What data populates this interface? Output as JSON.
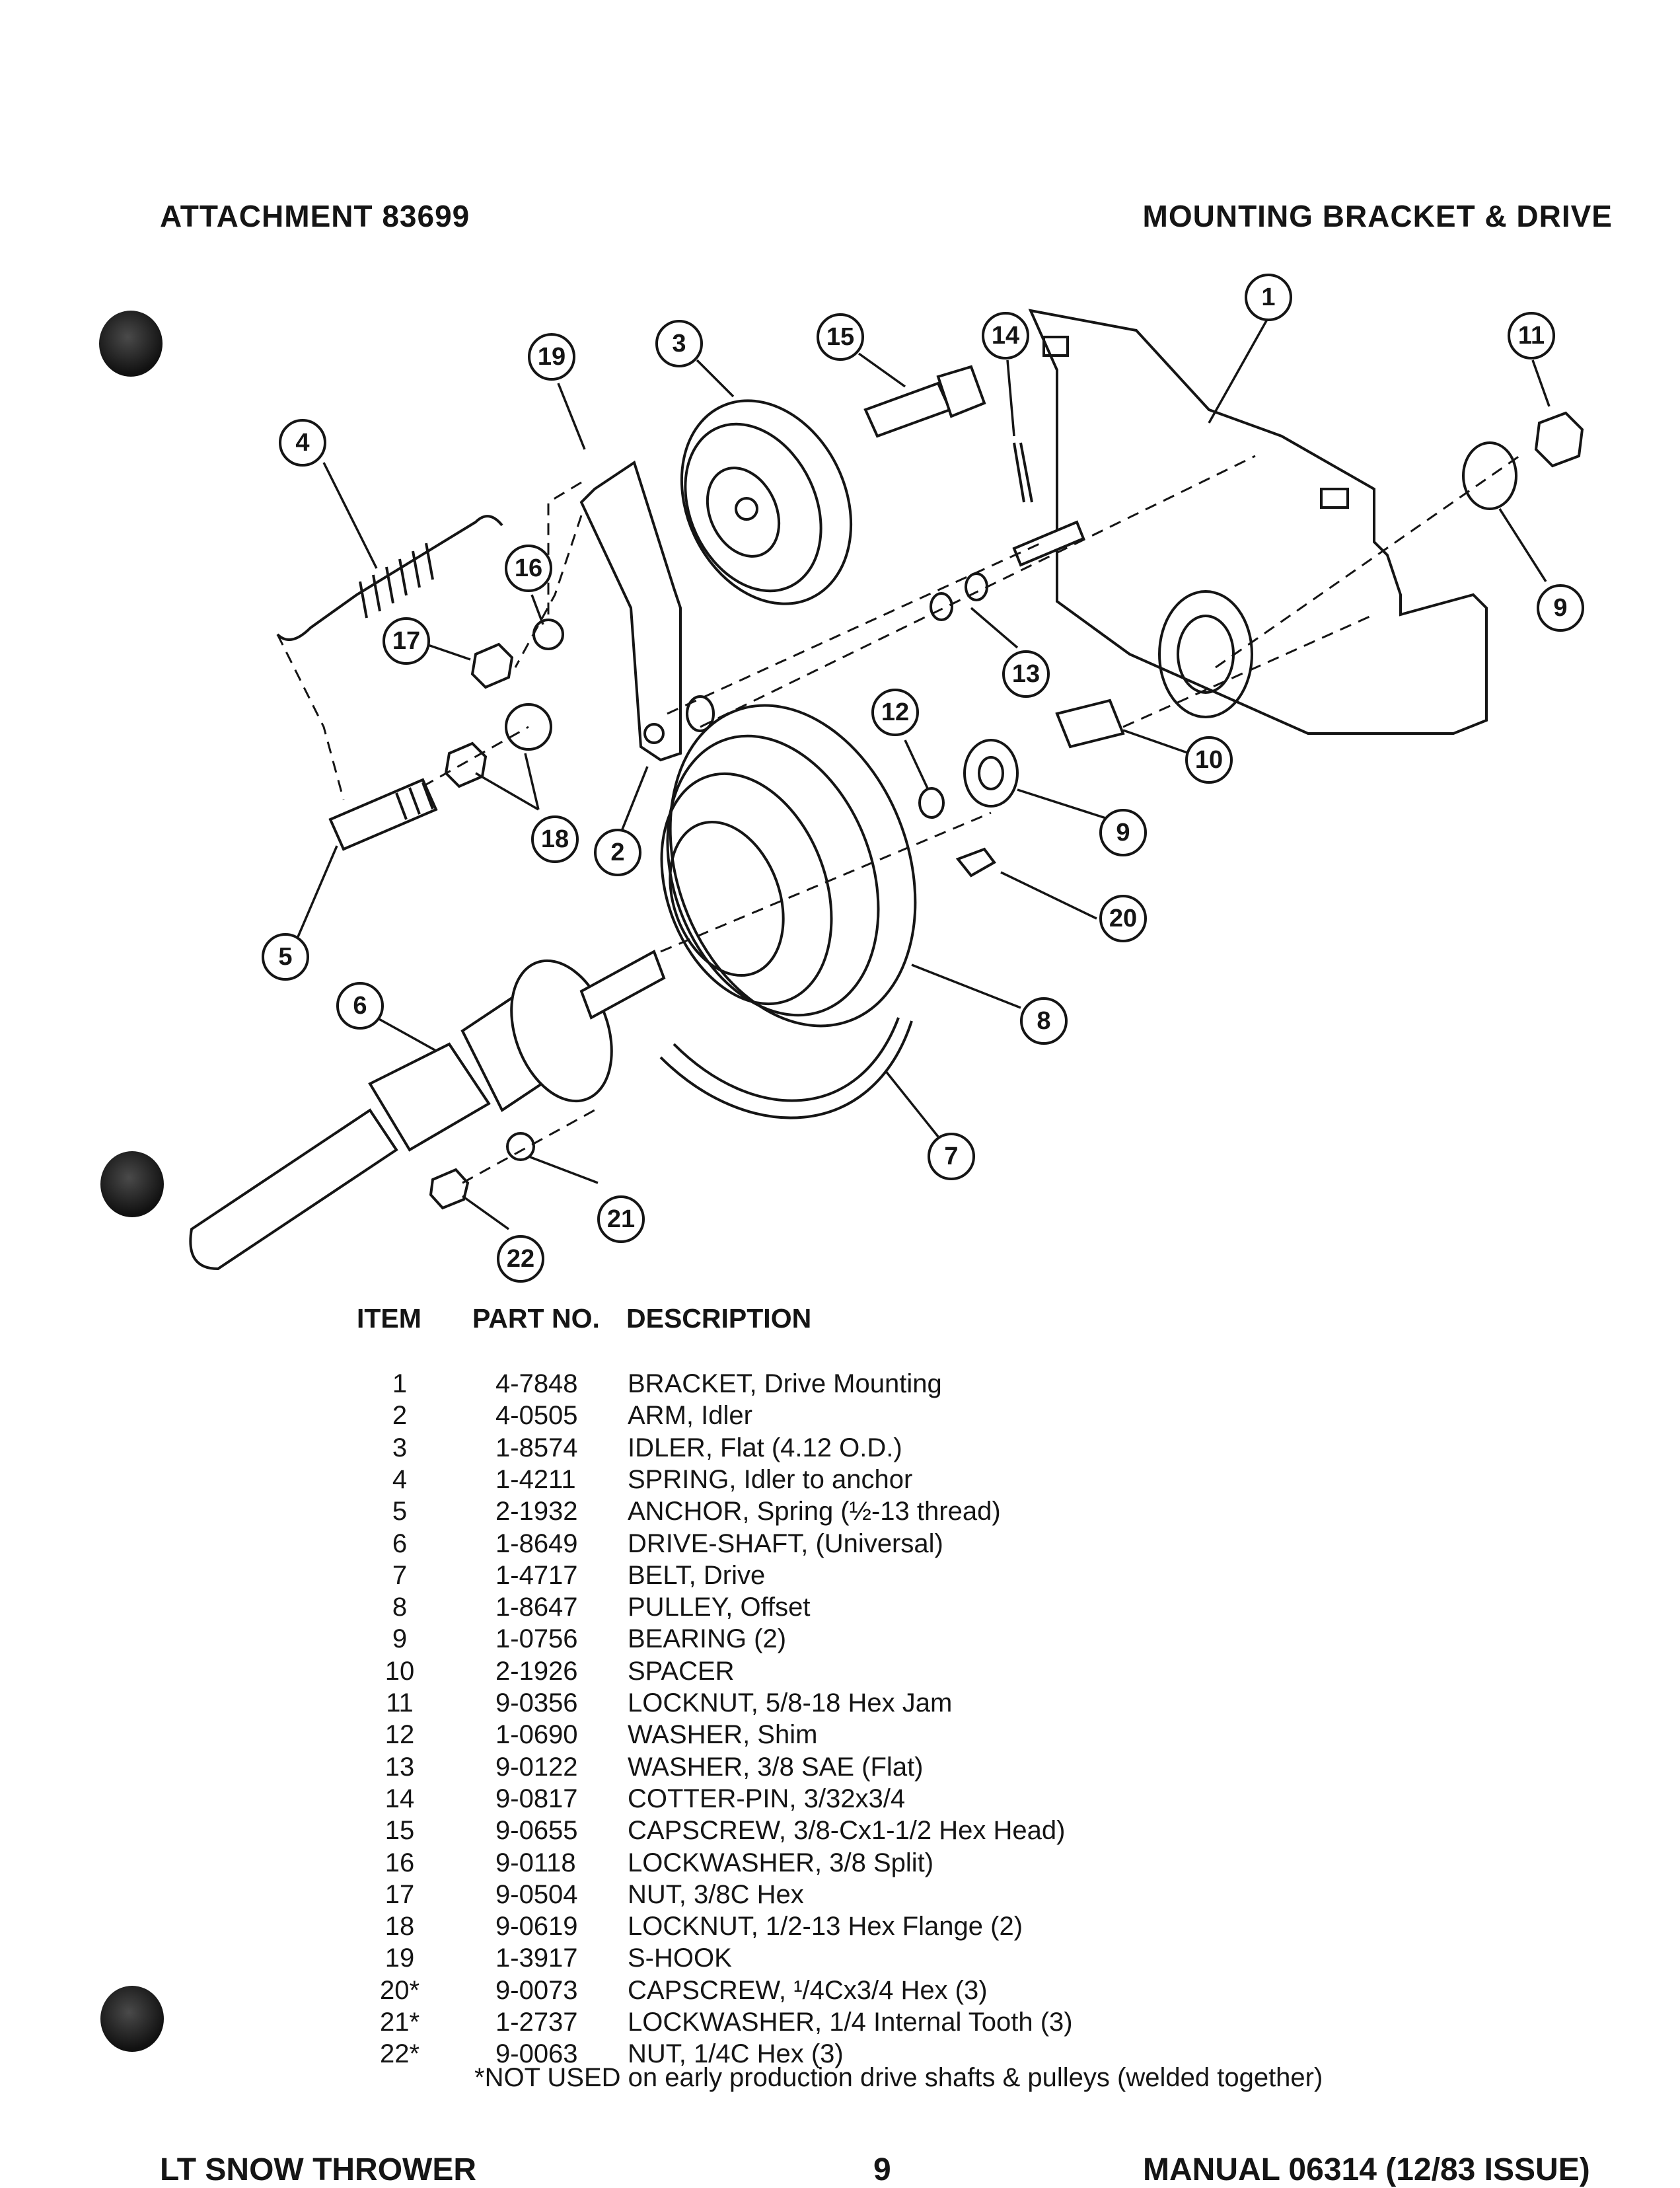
{
  "header": {
    "left": "ATTACHMENT 83699",
    "right": "MOUNTING BRACKET & DRIVE"
  },
  "callouts": [
    "1",
    "2",
    "3",
    "4",
    "5",
    "6",
    "7",
    "8",
    "9",
    "9",
    "10",
    "11",
    "12",
    "13",
    "14",
    "15",
    "16",
    "17",
    "18",
    "19",
    "20",
    "21",
    "22"
  ],
  "parts_table": {
    "columns": [
      "ITEM",
      "PART NO.",
      "DESCRIPTION"
    ],
    "rows": [
      {
        "item": "1",
        "part": "4-7848",
        "desc": "BRACKET, Drive Mounting"
      },
      {
        "item": "2",
        "part": "4-0505",
        "desc": "ARM, Idler"
      },
      {
        "item": "3",
        "part": "1-8574",
        "desc": "IDLER, Flat (4.12 O.D.)"
      },
      {
        "item": "4",
        "part": "1-4211",
        "desc": "SPRING, Idler to anchor"
      },
      {
        "item": "5",
        "part": "2-1932",
        "desc": "ANCHOR, Spring (½-13 thread)"
      },
      {
        "item": "6",
        "part": "1-8649",
        "desc": "DRIVE-SHAFT, (Universal)"
      },
      {
        "item": "7",
        "part": "1-4717",
        "desc": "BELT, Drive"
      },
      {
        "item": "8",
        "part": "1-8647",
        "desc": "PULLEY, Offset"
      },
      {
        "item": "9",
        "part": "1-0756",
        "desc": "BEARING (2)"
      },
      {
        "item": "10",
        "part": "2-1926",
        "desc": "SPACER"
      },
      {
        "item": "11",
        "part": "9-0356",
        "desc": "LOCKNUT, 5/8-18 Hex Jam"
      },
      {
        "item": "12",
        "part": "1-0690",
        "desc": "WASHER, Shim"
      },
      {
        "item": "13",
        "part": "9-0122",
        "desc": "WASHER, 3/8 SAE (Flat)"
      },
      {
        "item": "14",
        "part": "9-0817",
        "desc": "COTTER-PIN, 3/32x3/4"
      },
      {
        "item": "15",
        "part": "9-0655",
        "desc": "CAPSCREW, 3/8-Cx1-1/2 Hex Head)"
      },
      {
        "item": "16",
        "part": "9-0118",
        "desc": "LOCKWASHER, 3/8 Split)"
      },
      {
        "item": "17",
        "part": "9-0504",
        "desc": "NUT, 3/8C Hex"
      },
      {
        "item": "18",
        "part": "9-0619",
        "desc": "LOCKNUT, 1/2-13 Hex Flange (2)"
      },
      {
        "item": "19",
        "part": "1-3917",
        "desc": "S-HOOK"
      },
      {
        "item": "20*",
        "part": "9-0073",
        "desc": "CAPSCREW, ¹/4Cx3/4 Hex (3)"
      },
      {
        "item": "21*",
        "part": "1-2737",
        "desc": "LOCKWASHER, 1/4 Internal Tooth (3)"
      },
      {
        "item": "22*",
        "part": "9-0063",
        "desc": "NUT, 1/4C Hex (3)"
      }
    ],
    "footnote": "*NOT USED on early production drive shafts & pulleys (welded together)"
  },
  "footer": {
    "left": "LT SNOW THROWER",
    "center": "9",
    "right": "MANUAL 06314 (12/83 ISSUE)"
  }
}
